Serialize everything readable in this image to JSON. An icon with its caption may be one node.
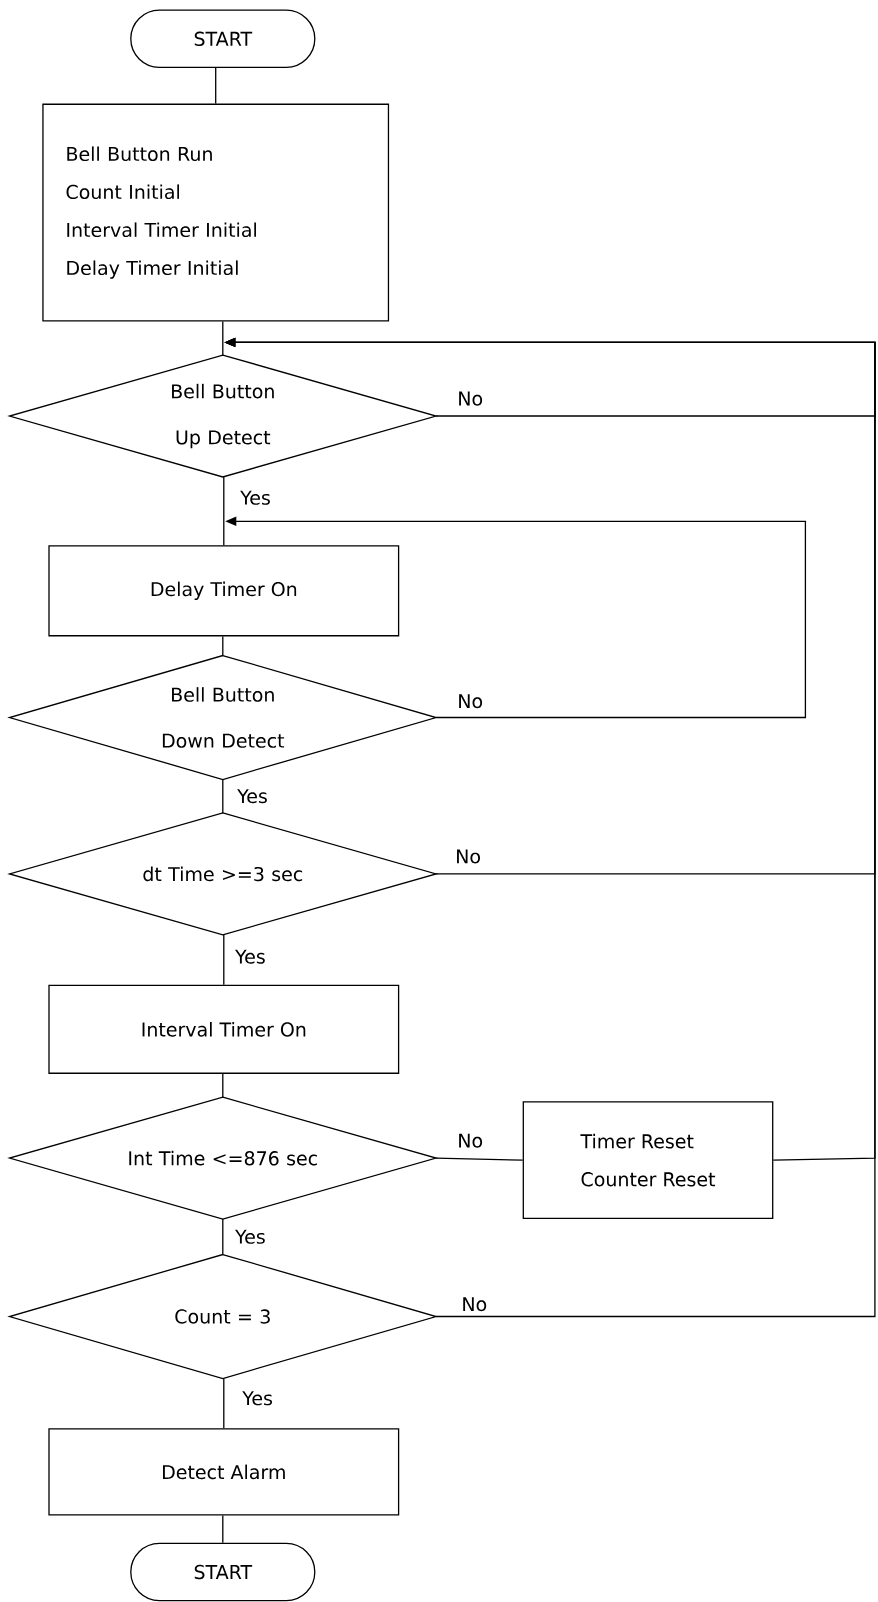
{
  "diagram": {
    "nodes": [
      {
        "text": [
          "START"
        ]
      },
      {
        "text": [
          "Bell Button Run",
          "Count Initial",
          "Interval Timer Initial",
          "Delay Timer Initial"
        ]
      },
      {
        "text": [
          "Bell Button Up Detect"
        ]
      },
      {
        "text": [
          "Delay Timer On"
        ]
      },
      {
        "text": [
          "Bell Button Down Detect"
        ]
      },
      {
        "text": [
          "dt Time >=3 sec"
        ]
      },
      {
        "text": [
          "Interval Timer On"
        ]
      },
      {
        "text": [
          "Int Time <=876 sec"
        ]
      },
      {
        "text": [
          "Timer Reset",
          "Counter Reset"
        ]
      },
      {
        "text": [
          "Count = 3"
        ]
      },
      {
        "text": [
          "Detect Alarm"
        ]
      },
      {
        "text": [
          "START"
        ]
      }
    ],
    "edges": [
      {
        "from": 0,
        "to": 1,
        "arrow": "none"
      },
      {
        "from": 1,
        "to": 2,
        "arrow": "none"
      },
      {
        "from": 2,
        "to": 3,
        "label": "Yes",
        "arrow": "none"
      },
      {
        "from": 3,
        "to": 4,
        "arrow": "none"
      },
      {
        "from": 4,
        "to": 3,
        "label": "No",
        "arrow": "to"
      },
      {
        "from": 4,
        "to": 5,
        "label": "Yes",
        "arrow": "none"
      },
      {
        "from": 5,
        "to": 6,
        "label": "Yes",
        "arrow": "none"
      },
      {
        "from": 6,
        "to": 7,
        "arrow": "none"
      },
      {
        "from": 7,
        "to": 9,
        "label": "Yes",
        "arrow": "none"
      },
      {
        "from": 9,
        "to": 10,
        "label": "Yes",
        "arrow": "none"
      },
      {
        "from": 10,
        "to": 11,
        "arrow": "none"
      },
      {
        "from": 2,
        "to": 2,
        "label": "No",
        "arrow": "to"
      },
      {
        "from": 5,
        "to": 2,
        "label": "No",
        "arrow": "to"
      },
      {
        "from": 7,
        "to": 8,
        "label": "No",
        "arrow": "none"
      },
      {
        "from": 8,
        "to": 2,
        "arrow": "to"
      },
      {
        "from": 9,
        "to": 2,
        "label": "No",
        "arrow": "to"
      }
    ]
  }
}
